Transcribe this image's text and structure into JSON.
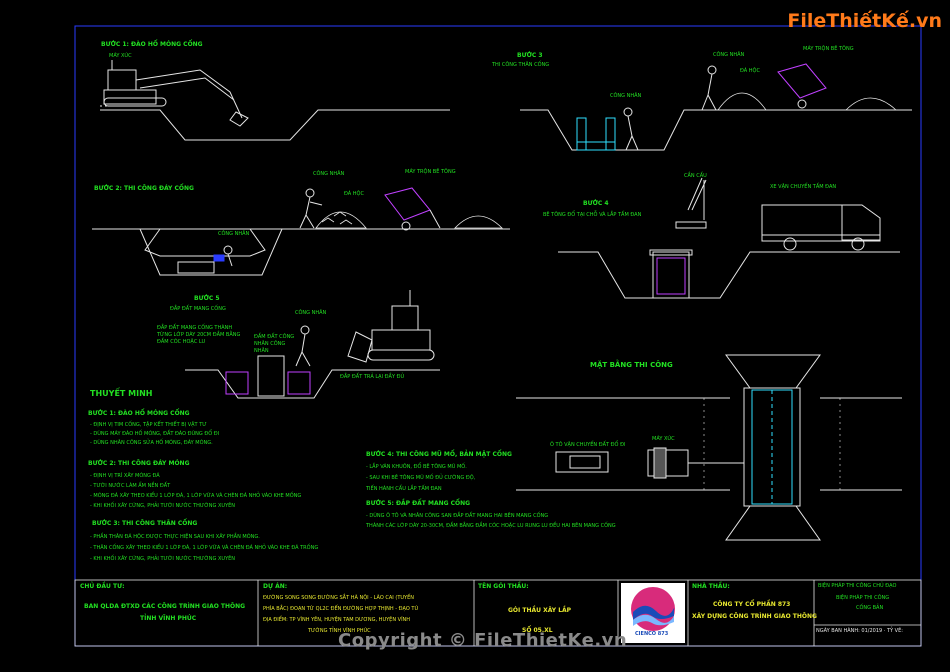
{
  "watermark": {
    "brand": "FileThiếtKế.vn",
    "copyright": "Copyright © FileThietKe.vn"
  },
  "steps": {
    "s1": "BƯỚC 1: ĐÀO HỐ MÓNG CỐNG",
    "s1_machine": "MÁY XÚC",
    "s2": "BƯỚC 2: THI CÔNG ĐÁY CỐNG",
    "s2_worker": "CÔNG NHÂN",
    "s2_worker2": "CÔNG NHÂN",
    "s2_mixer": "MÁY TRỘN BÊ TÔNG",
    "s2_stone": "ĐÁ HỘC",
    "s3": "BƯỚC 3",
    "s3_sub": "THI CÔNG THÂN CỐNG",
    "s3_worker": "CÔNG NHÂN",
    "s3_worker_top": "CÔNG NHÂN",
    "s3_stone": "ĐÁ HỘC",
    "s3_mixer": "MÁY TRỘN BÊ TÔNG",
    "s4": "BƯỚC 4",
    "s4_sub": "BÊ TÔNG ĐỔ TẠI CHỖ VÀ LẮP TẤM ĐAN",
    "s4_crane": "CẦN CẨU",
    "s4_truck": "XE VẬN CHUYỂN TẤM ĐAN",
    "s5": "BƯỚC 5",
    "s5_sub": "ĐẮP ĐẤT MANG CỐNG",
    "s5_note": "ĐẮP ĐẤT MANG CỐNG THÀNH TỪNG LỚP DÀY 20CM ĐẦM BẰNG ĐẦM CÓC HOẶC LU",
    "s5_worker": "CÔNG NHÂN",
    "s5_note2": "ĐẦM ĐẤT CÔNG NHÂN CÔNG NHÂN",
    "s5_soil": "ĐẮP ĐẤT TRẢ LẠI ĐẦY ĐỦ"
  },
  "plan": {
    "title": "MẶT BẰNG THI CÔNG",
    "car": "Ô TÔ VẬN CHUYỂN ĐẤT ĐỔ ĐI",
    "excavator": "MÁY XÚC"
  },
  "explanation": {
    "title": "THUYẾT MINH",
    "b1": "BƯỚC 1: ĐÀO HỐ MÓNG CỐNG",
    "b1_lines": [
      "- ĐỊNH VỊ TIM CỐNG, TẬP KẾT THIẾT BỊ VẬT TƯ",
      "- DÙNG MÁY ĐÀO HỐ MÓNG, ĐẤT ĐÀO ĐÙNG ĐỔ ĐI",
      "- DÙNG NHÂN CÔNG SỬA HỐ MÓNG, ĐÁY MÓNG."
    ],
    "b2": "BƯỚC 2: THI CÔNG ĐÁY MÓNG",
    "b2_lines": [
      "- ĐỊNH VỊ TRÍ XÂY MÓNG ĐÁ",
      "- TƯỚI NƯỚC LÀM ẨM NỀN ĐẤT",
      "- MÓNG ĐÁ XÂY THEO KIỂU 1 LỚP ĐÁ, 1 LỚP VỮA VÀ CHÈN ĐÁ NHỎ VÀO KHE MỐNG",
      "- KHI KHỐI XÂY CỨNG, PHẢI TƯỚI NƯỚC THƯỜNG XUYÊN"
    ],
    "b3": "BƯỚC 3: THI CÔNG THÂN CỐNG",
    "b3_lines": [
      "- PHẦN THÂN ĐÁ HỘC ĐƯỢC THỰC HIỆN SAU KHI XÂY PHẦN MÓNG.",
      "- THÂN CỐNG XÂY THEO KIỂU 1 LỚP ĐÁ, 1 LỚP VỮA VÀ CHÈN ĐÁ NHỎ VÀO KHE ĐÁ TRỐNG",
      "- KHI KHỐI XÂY CỨNG, PHẢI TƯỚI NƯỚC THƯỜNG XUYÊN"
    ],
    "b4": "BƯỚC 4: THI CÔNG MŨ MỐ, BẢN MẶT CỐNG",
    "b4_lines": [
      "- LẮP VÁN KHUÔN, ĐỔ BÊ TÔNG MŨ MỐ.",
      "- SAU KHI BÊ TÔNG MŨ MỐ ĐỦ CƯỜNG ĐỘ,",
      "TIẾN HÀNH CẨU LẮP TẤM ĐAN"
    ],
    "b5": "BƯỚC 5: ĐẮP ĐẤT MANG CỐNG",
    "b5_lines": [
      "- DÙNG Ô TÔ VÀ NHÂN CÔNG SAN ĐẮP ĐẤT MANG HAI BÊN MANG CỐNG",
      "THÀNH CÁC LỚP DÀY 20-30CM, ĐẦM BẰNG ĐẦM CÓC HOẶC LU RUNG LU ĐỀU HAI BÊN MANG CỐNG"
    ]
  },
  "title_block": {
    "owner_label": "CHỦ ĐẦU TƯ:",
    "owner": "BAN QLDA ĐTXD CÁC CÔNG TRÌNH GIAO THÔNG",
    "owner2": "TỈNH VĨNH PHÚC",
    "project_label": "DỰ ÁN:",
    "project_lines": [
      "ĐƯỜNG SONG SONG ĐƯỜNG SẮT HÀ NỘI - LÀO CAI (TUYẾN",
      "PHÍA BẮC) ĐOẠN TỪ QL2C ĐẾN ĐƯỜNG HỢP THỊNH - ĐẠO TÚ",
      "ĐỊA ĐIỂM: TP VĨNH YÊN, HUYỆN TAM DƯƠNG, HUYỆN VĨNH",
      "TƯỜNG TỈNH VĨNH PHÚC"
    ],
    "package_label": "TÊN GÓI THẦU:",
    "package": "GÓI THẦU XÂY LẮP",
    "package2": "SỐ 05.XL",
    "logo_text": "CIENCO 873",
    "contractor_label": "NHÀ THẦU:",
    "contractor": "CÔNG TY CỔ PHẦN 873",
    "contractor2": "XÂY DỰNG CÔNG TRÌNH GIAO THÔNG",
    "drawing_label": "BIỆN PHÁP THI CÔNG CHỦ ĐẠO",
    "drawing": "BIỆN PHÁP THI CÔNG",
    "drawing2": "CỐNG BẢN",
    "drawing_meta": "NGÀY BAN HÀNH: 01/2019 · TỶ VẼ:"
  }
}
